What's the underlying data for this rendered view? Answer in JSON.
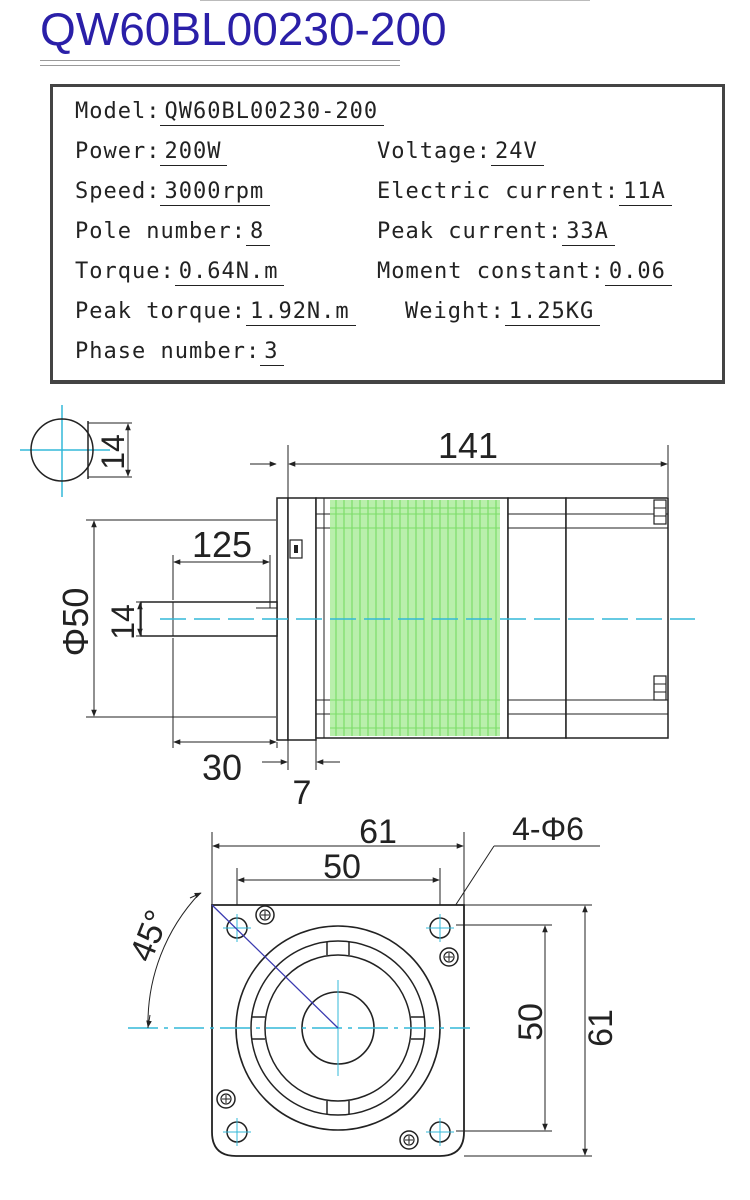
{
  "title": "QW60BL00230-200",
  "specs": {
    "model_label": "Model:",
    "model_value": "QW60BL00230-200",
    "power_label": "Power:",
    "power_value": "200W",
    "voltage_label": "Voltage:",
    "voltage_value": "24V",
    "speed_label": "Speed:",
    "speed_value": "3000rpm",
    "current_label": "Electric current:",
    "current_value": "11A",
    "pole_label": "Pole number:",
    "pole_value": "8",
    "peak_current_label": "Peak current:",
    "peak_current_value": "33A",
    "torque_label": "Torque:",
    "torque_value": "0.64N.m",
    "moment_label": "Moment constant:",
    "moment_value": "0.06",
    "peak_torque_label": "Peak torque:",
    "peak_torque_value": "1.92N.m",
    "weight_label": "Weight:",
    "weight_value": "1.25KG",
    "phase_label": "Phase number:",
    "phase_value": "3"
  },
  "dimensions": {
    "shaft_section": "14",
    "body_length": "141",
    "shaft_length": "125",
    "flange_diameter": "Φ50",
    "shaft_diameter": "14",
    "shaft_exposed": "30",
    "flange_thickness": "7",
    "flange_width": "61",
    "hole_spacing": "50",
    "holes": "4-Φ6",
    "angle": "45°",
    "hole_spacing_vertical": "50",
    "flange_height": "61"
  },
  "colors": {
    "title": "#2a1fa8",
    "winding": "#7ddc6a",
    "centerline": "#33b8d8",
    "diagonal": "#3a3ab0"
  }
}
